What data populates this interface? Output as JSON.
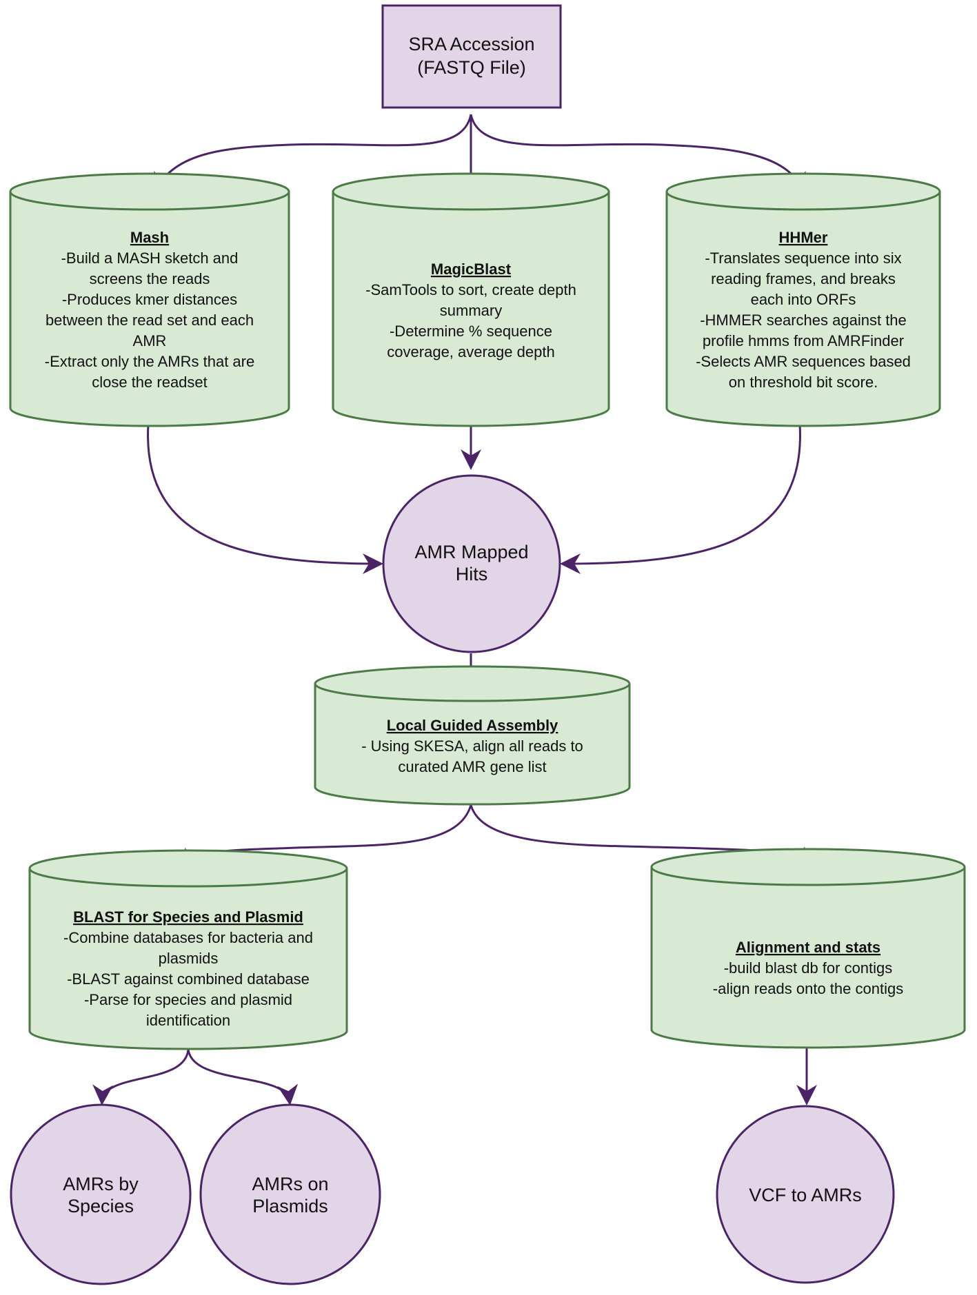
{
  "colors": {
    "purple_fill": "#e1d5e7",
    "purple_stroke": "#4b2466",
    "green_fill": "#d8ead3",
    "green_stroke": "#4b7a46",
    "arrow": "#4b2466",
    "text": "#111111"
  },
  "nodes": {
    "sra": {
      "line1": "SRA Accession",
      "line2": "(FASTQ File)"
    },
    "mash": {
      "title": "Mash",
      "lines": [
        "-Build a MASH sketch and",
        "screens the reads",
        "-Produces kmer distances",
        "between the read set and each",
        "AMR",
        "-Extract only the AMRs that are",
        "close the readset"
      ]
    },
    "magicblast": {
      "title": "MagicBlast",
      "lines": [
        "-SamTools to sort, create depth",
        "summary",
        "-Determine % sequence",
        "coverage, average depth"
      ]
    },
    "hhmer": {
      "title": "HHMer",
      "lines": [
        "-Translates sequence into six",
        "reading frames, and breaks",
        "each into ORFs",
        "-HMMER searches against the",
        "profile hmms from AMRFinder",
        "-Selects AMR sequences based",
        "on threshold bit score."
      ]
    },
    "amr_hits": {
      "line1": "AMR Mapped",
      "line2": "Hits"
    },
    "local_assembly": {
      "title": "Local Guided Assembly",
      "lines": [
        "- Using SKESA, align all reads to",
        "curated AMR gene list"
      ]
    },
    "blast": {
      "title": "BLAST for Species and Plasmid",
      "lines": [
        "-Combine databases for bacteria and",
        "plasmids",
        "-BLAST against combined database",
        "-Parse for species and plasmid",
        "identification"
      ]
    },
    "alignment": {
      "title": "Alignment and stats",
      "lines": [
        "-build blast db for contigs",
        "-align reads onto the contigs"
      ]
    },
    "amrs_species": {
      "line1": "AMRs by",
      "line2": "Species"
    },
    "amrs_plasmids": {
      "line1": "AMRs on",
      "line2": "Plasmids"
    },
    "vcf": {
      "line1": "VCF to AMRs"
    }
  }
}
